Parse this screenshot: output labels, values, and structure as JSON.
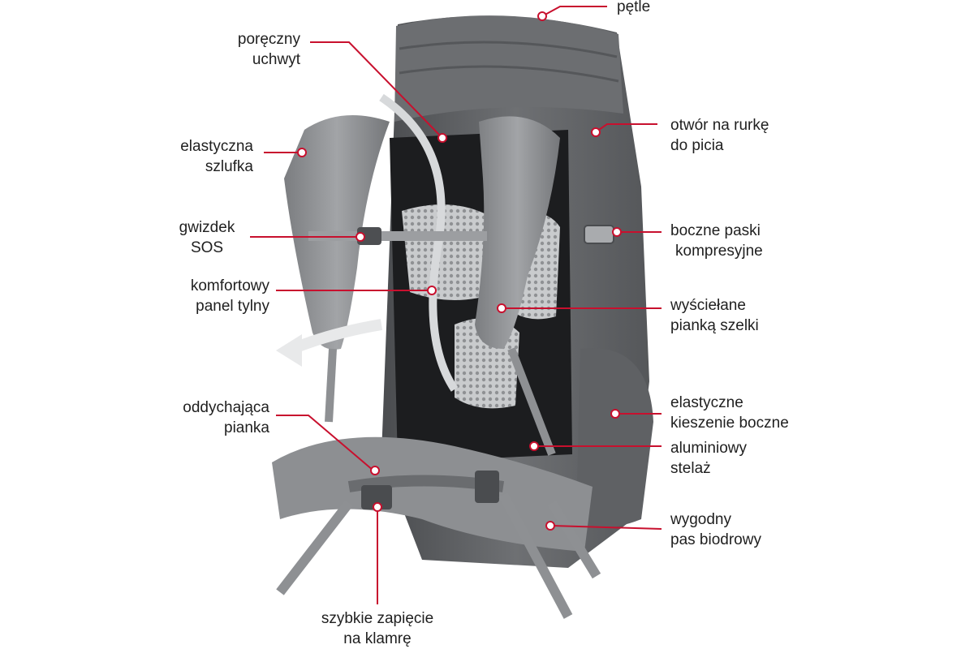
{
  "labels": {
    "petle": [
      "pętle"
    ],
    "poreczny_uchwyt": [
      "poręczny",
      "uchwyt"
    ],
    "elastyczna_szlufka": [
      "elastyczna",
      "szlufka"
    ],
    "gwizdek_sos": [
      "gwizdek",
      "SOS"
    ],
    "komfortowy_panel": [
      "komfortowy",
      "panel tylny"
    ],
    "oddychajaca_pianka": [
      "oddychająca",
      "pianka"
    ],
    "otwor_rurka": [
      "otwór na rurkę",
      "do picia"
    ],
    "boczne_paski": [
      "boczne paski",
      "kompresyjne"
    ],
    "wyscielane_szelki": [
      "wyściełane",
      "pianką szelki"
    ],
    "elastyczne_kieszenie": [
      "elastyczne",
      "kieszenie boczne"
    ],
    "aluminiowy_stelaz": [
      "aluminiowy",
      "stelaż"
    ],
    "wygodny_pas": [
      "wygodny",
      "pas biodrowy"
    ],
    "szybkie_zapiecie": [
      "szybkie zapięcie",
      "na klamrę"
    ]
  },
  "colors": {
    "pointer": "#c8102e",
    "label_text": "#1f1f1f",
    "pack_dark": "#3d3f42",
    "pack_mid": "#6b6d70",
    "pack_light": "#9a9c9f",
    "strap": "#8e9093",
    "mesh": "#b9bbbd",
    "frame": "#1c1d1f"
  },
  "image": {
    "subject": "backpack-illustration"
  }
}
